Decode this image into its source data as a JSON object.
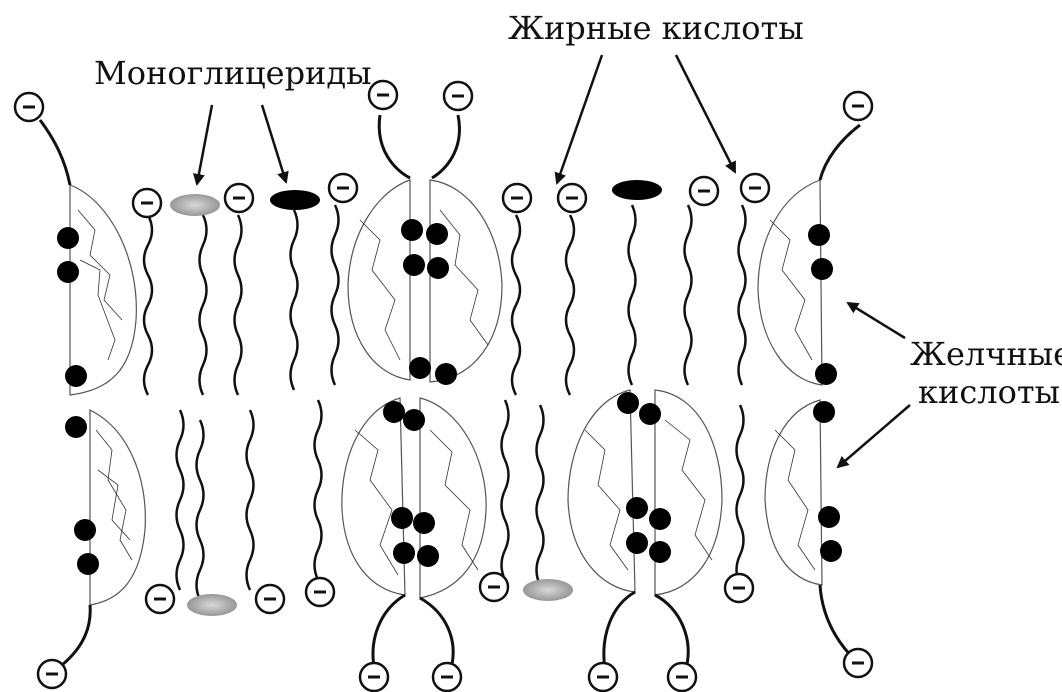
{
  "labels": {
    "monoglycerides": "Моноглицериды",
    "fatty_acids": "Жирные кислоты",
    "bile_acids_line1": "Желчные",
    "bile_acids_line2": "кислоты"
  },
  "symbols": {
    "charge": "–"
  },
  "colors": {
    "stroke": "#111111",
    "fill_black": "#000000",
    "fill_gray": "#9a9a9a",
    "background": "#ffffff"
  }
}
